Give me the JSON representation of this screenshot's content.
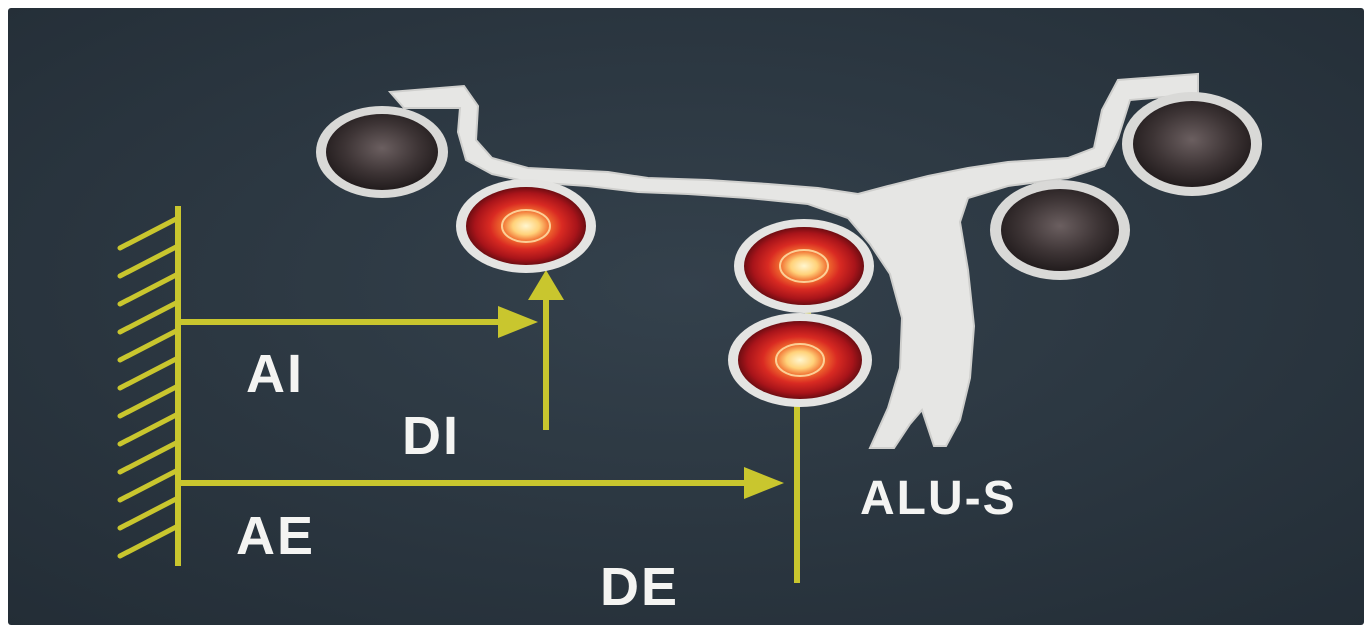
{
  "labels": {
    "ai": "AI",
    "di": "DI",
    "ae": "AE",
    "de": "DE",
    "alu_s": "ALU-S"
  },
  "colors": {
    "panel_background": "#2e3a44",
    "diagram_lines": "#c9c62e",
    "indicator_on": "#e0322a",
    "indicator_off": "#3b3434",
    "silhouette": "#e8e8e8",
    "text": "#f4f4f2"
  },
  "indicators": [
    {
      "name": "top-left-lamp",
      "state": "off"
    },
    {
      "name": "di-lamp",
      "state": "on"
    },
    {
      "name": "de-upper-lamp",
      "state": "on"
    },
    {
      "name": "de-lower-lamp",
      "state": "on"
    },
    {
      "name": "right-lower-lamp",
      "state": "off"
    },
    {
      "name": "top-right-lamp",
      "state": "off"
    }
  ]
}
